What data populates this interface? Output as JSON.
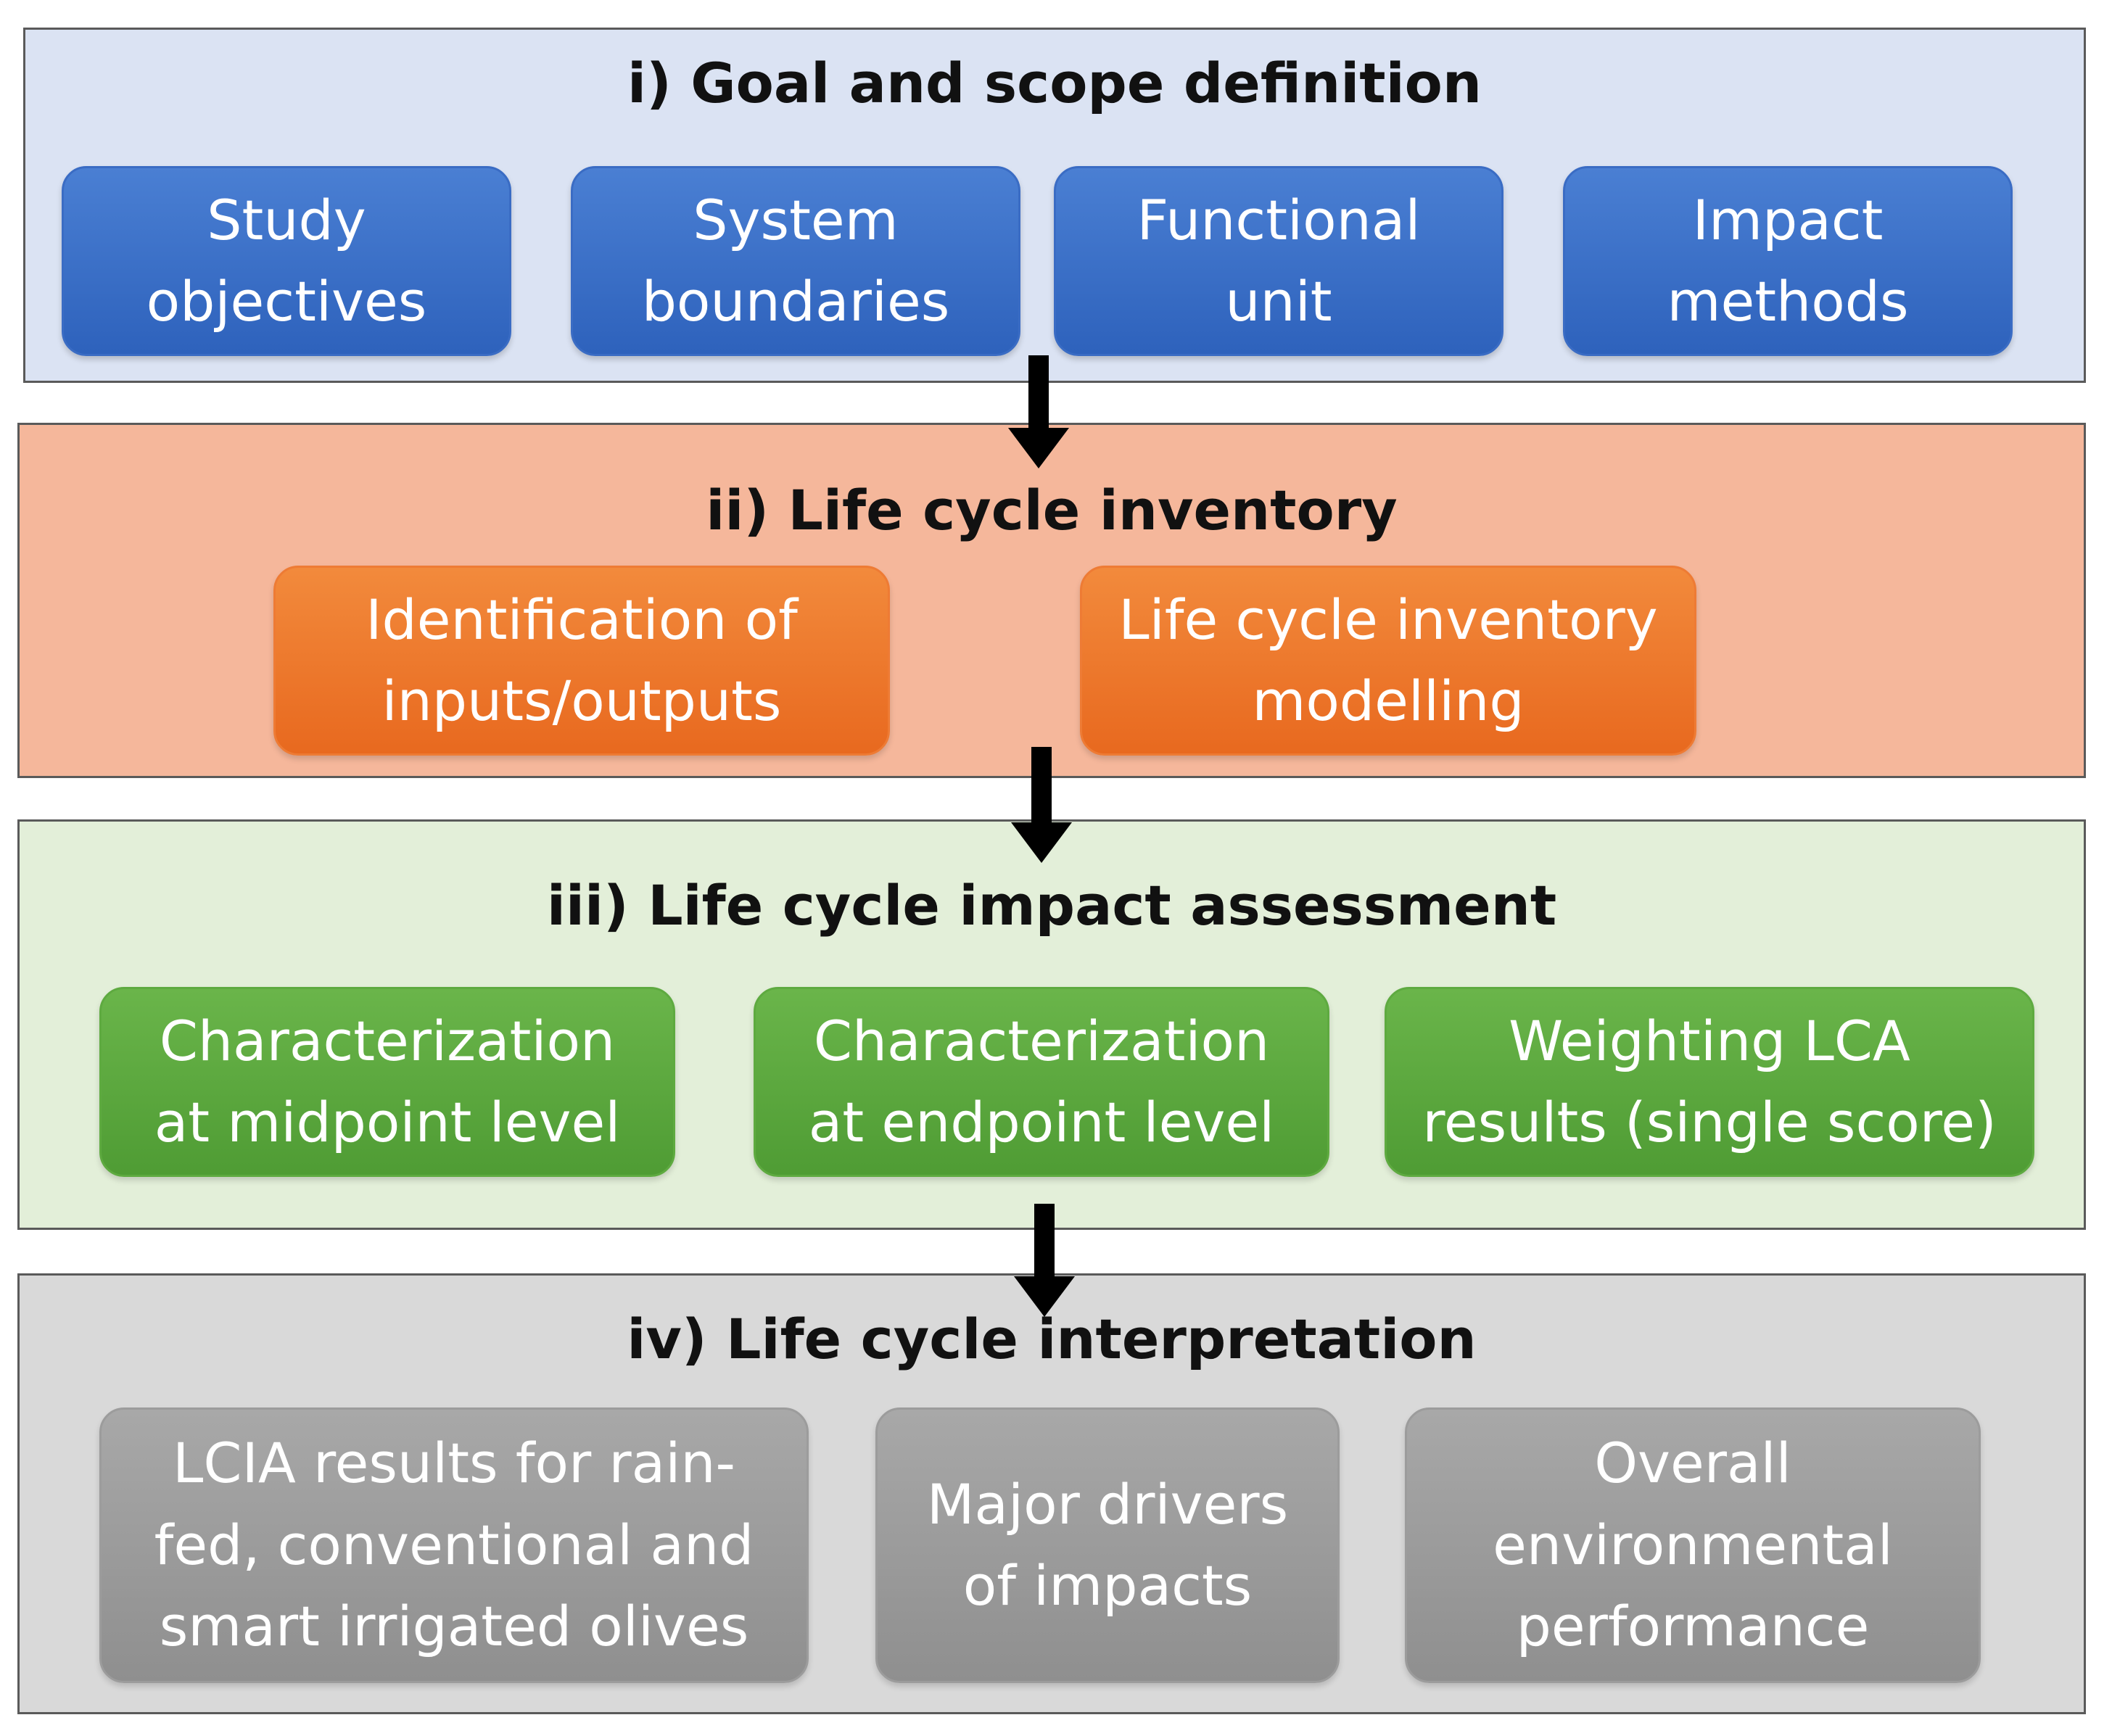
{
  "phases": [
    {
      "title": "i) Goal and scope definition",
      "color": "#dbe3f3",
      "boxes": [
        {
          "lines": [
            "Study",
            "objectives"
          ]
        },
        {
          "lines": [
            "System",
            "boundaries"
          ]
        },
        {
          "lines": [
            "Functional",
            "unit"
          ]
        },
        {
          "lines": [
            "Impact",
            "methods"
          ]
        }
      ]
    },
    {
      "title": "ii) Life cycle inventory",
      "color": "#f5b79b",
      "boxes": [
        {
          "lines": [
            "Identification of",
            "inputs/outputs"
          ]
        },
        {
          "lines": [
            "Life cycle inventory",
            "modelling"
          ]
        }
      ]
    },
    {
      "title": "iii) Life cycle impact assessment",
      "color": "#e3efd9",
      "boxes": [
        {
          "lines": [
            "Characterization",
            "at midpoint level"
          ]
        },
        {
          "lines": [
            "Characterization",
            "at endpoint level"
          ]
        },
        {
          "lines": [
            "Weighting LCA",
            "results (single score)"
          ]
        }
      ]
    },
    {
      "title": "iv) Life cycle interpretation",
      "color": "#d9d9d9",
      "boxes": [
        {
          "lines": [
            "LCIA results for rain-",
            "fed, conventional and",
            "smart irrigated olives"
          ]
        },
        {
          "lines": [
            "Major drivers",
            "of impacts"
          ]
        },
        {
          "lines": [
            "Overall",
            "environmental",
            "performance"
          ]
        }
      ]
    }
  ],
  "colors": {
    "blue_box": "#3a6cc4",
    "orange_box": "#ee7b34",
    "green_box": "#5eaa40",
    "grey_box": "#9c9c9c",
    "arrow": "#000000"
  }
}
